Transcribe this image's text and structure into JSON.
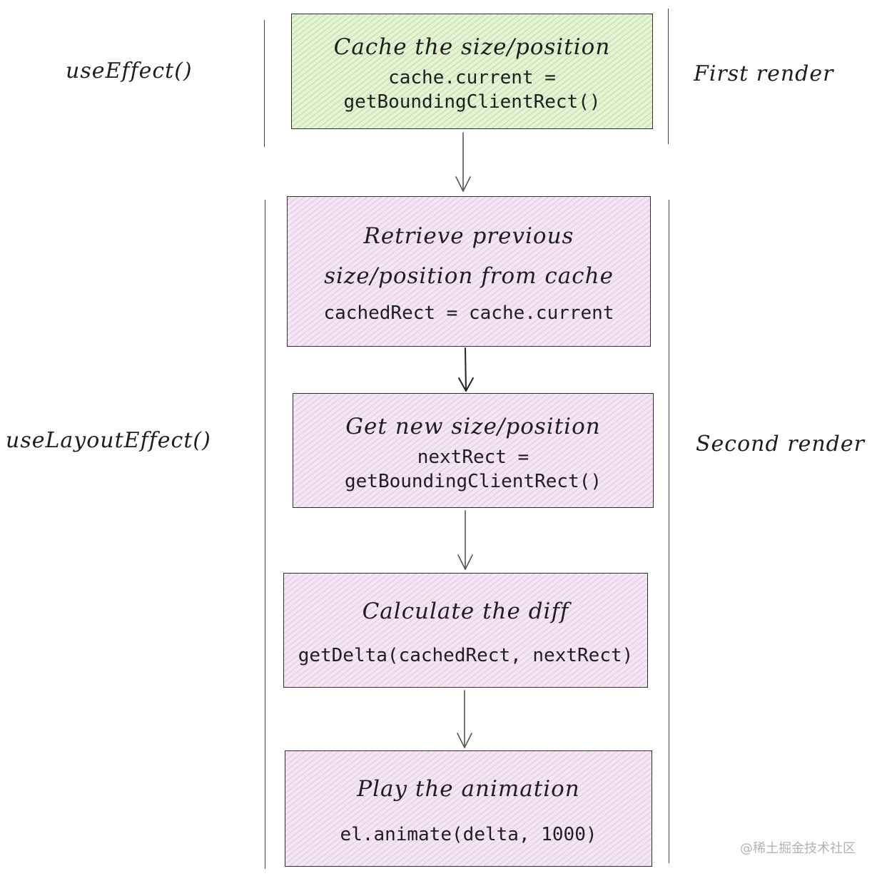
{
  "left_labels": {
    "use_effect": "useEffect()",
    "use_layout_effect": "useLayoutEffect()"
  },
  "right_labels": {
    "first_render": "First render",
    "second_render": "Second render"
  },
  "steps": [
    {
      "title": "Cache the size/position",
      "code": "cache.current =\ngetBoundingClientRect()"
    },
    {
      "title": "Retrieve previous\nsize/position from cache",
      "code": "cachedRect = cache.current"
    },
    {
      "title": "Get new size/position",
      "code": "nextRect =\ngetBoundingClientRect()"
    },
    {
      "title": "Calculate the diff",
      "code": "getDelta(cachedRect, nextRect)"
    },
    {
      "title": "Play the animation",
      "code": "el.animate(delta, 1000)"
    }
  ],
  "watermark": "@稀土掘金技术社区",
  "colors": {
    "green_fill": "#e4f3d3",
    "purple_fill": "#f5e6f5",
    "stroke": "#2e2e2e"
  }
}
